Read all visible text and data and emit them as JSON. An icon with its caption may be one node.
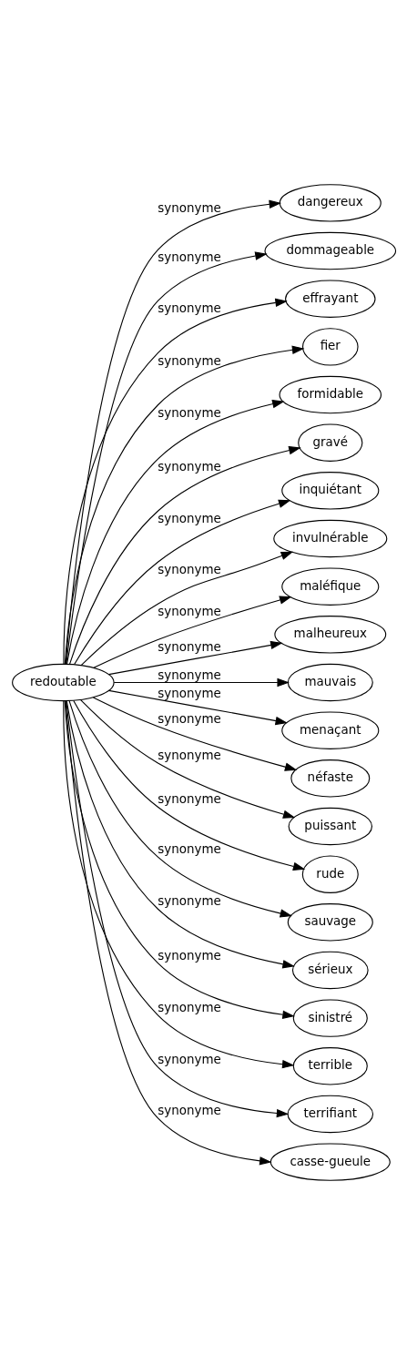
{
  "diagram": {
    "nodes": [
      {
        "text": [
          "redoutable"
        ]
      },
      {
        "text": [
          "dangereux"
        ]
      },
      {
        "text": [
          "dommageable"
        ]
      },
      {
        "text": [
          "effrayant"
        ]
      },
      {
        "text": [
          "fier"
        ]
      },
      {
        "text": [
          "formidable"
        ]
      },
      {
        "text": [
          "gravé"
        ]
      },
      {
        "text": [
          "inquiétant"
        ]
      },
      {
        "text": [
          "invulnérable"
        ]
      },
      {
        "text": [
          "maléfique"
        ]
      },
      {
        "text": [
          "malheureux"
        ]
      },
      {
        "text": [
          "mauvais"
        ]
      },
      {
        "text": [
          "menaçant"
        ]
      },
      {
        "text": [
          "néfaste"
        ]
      },
      {
        "text": [
          "puissant"
        ]
      },
      {
        "text": [
          "rude"
        ]
      },
      {
        "text": [
          "sauvage"
        ]
      },
      {
        "text": [
          "sérieux"
        ]
      },
      {
        "text": [
          "sinistré"
        ]
      },
      {
        "text": [
          "terrible"
        ]
      },
      {
        "text": [
          "terrifiant"
        ]
      },
      {
        "text": [
          "casse-gueule"
        ]
      }
    ],
    "edges": [
      {
        "from": 0,
        "to": 1,
        "arrow": "to",
        "label": "synonyme"
      },
      {
        "from": 0,
        "to": 2,
        "arrow": "to",
        "label": "synonyme"
      },
      {
        "from": 0,
        "to": 3,
        "arrow": "to",
        "label": "synonyme"
      },
      {
        "from": 0,
        "to": 4,
        "arrow": "to",
        "label": "synonyme"
      },
      {
        "from": 0,
        "to": 5,
        "arrow": "to",
        "label": "synonyme"
      },
      {
        "from": 0,
        "to": 6,
        "arrow": "to",
        "label": "synonyme"
      },
      {
        "from": 0,
        "to": 7,
        "arrow": "to",
        "label": "synonyme"
      },
      {
        "from": 0,
        "to": 8,
        "arrow": "to",
        "label": "synonyme"
      },
      {
        "from": 0,
        "to": 9,
        "arrow": "to",
        "label": "synonyme"
      },
      {
        "from": 0,
        "to": 10,
        "arrow": "to",
        "label": "synonyme"
      },
      {
        "from": 0,
        "to": 11,
        "arrow": "to",
        "label": "synonyme"
      },
      {
        "from": 0,
        "to": 12,
        "arrow": "to",
        "label": "synonyme"
      },
      {
        "from": 0,
        "to": 13,
        "arrow": "to",
        "label": "synonyme"
      },
      {
        "from": 0,
        "to": 14,
        "arrow": "to",
        "label": "synonyme"
      },
      {
        "from": 0,
        "to": 15,
        "arrow": "to",
        "label": "synonyme"
      },
      {
        "from": 0,
        "to": 16,
        "arrow": "to",
        "label": "synonyme"
      },
      {
        "from": 0,
        "to": 17,
        "arrow": "to",
        "label": "synonyme"
      },
      {
        "from": 0,
        "to": 18,
        "arrow": "to",
        "label": "synonyme"
      },
      {
        "from": 0,
        "to": 19,
        "arrow": "to",
        "label": "synonyme"
      },
      {
        "from": 0,
        "to": 20,
        "arrow": "to",
        "label": "synonyme"
      },
      {
        "from": 0,
        "to": 21,
        "arrow": "to",
        "label": "synonyme"
      }
    ]
  }
}
